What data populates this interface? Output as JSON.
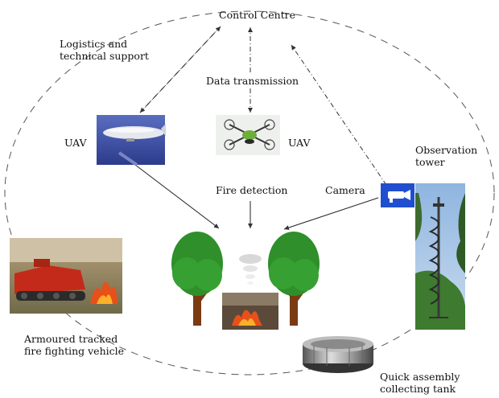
{
  "labels": {
    "control_centre": "Control Centre",
    "logistics_line1": "Logistics and",
    "logistics_line2": "technical support",
    "data_transmission": "Data transmission",
    "uav_left": "UAV",
    "uav_right": "UAV",
    "observation_line1": "Observation",
    "observation_line2": "tower",
    "fire_detection": "Fire detection",
    "camera": "Camera",
    "vehicle_line1": "Armoured tracked",
    "vehicle_line2": "fire fighting vehicle",
    "tank_line1": "Quick assembly",
    "tank_line2": "collecting tank"
  },
  "colors": {
    "sky_blue": "#3a4fa8",
    "tree_green": "#2f8f2a",
    "trunk_brown": "#7a3b12",
    "fire_orange": "#e8501a",
    "camera_blue": "#1f4fd0"
  }
}
